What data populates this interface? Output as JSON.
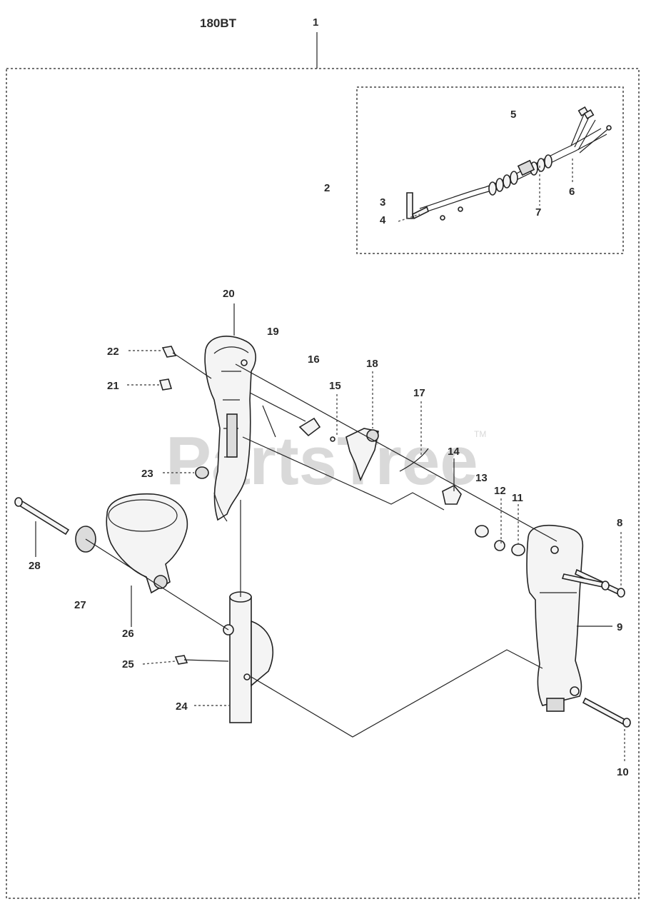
{
  "model": "180BT",
  "watermark": {
    "text": "PartsTree",
    "trademark": "TM"
  },
  "callouts": [
    "1",
    "2",
    "3",
    "4",
    "5",
    "6",
    "7",
    "8",
    "9",
    "10",
    "11",
    "12",
    "13",
    "14",
    "15",
    "16",
    "17",
    "18",
    "19",
    "20",
    "21",
    "22",
    "23",
    "24",
    "25",
    "26",
    "27",
    "28"
  ]
}
